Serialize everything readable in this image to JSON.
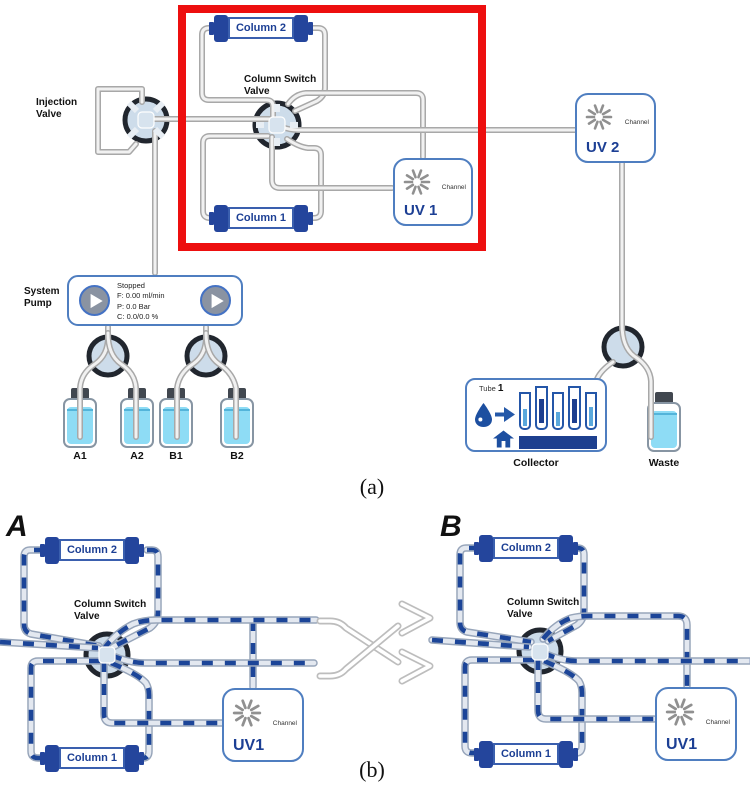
{
  "panel_a": {
    "caption": "(a)",
    "injection_valve": {
      "line1": "Injection",
      "line2": "Valve"
    },
    "column_switch_valve": {
      "line1": "Column Switch",
      "line2": "Valve"
    },
    "system_pump": {
      "line1": "System",
      "line2": "Pump"
    },
    "columns": {
      "top": "Column 2",
      "bottom": "Column 1"
    },
    "uv1": {
      "name": "UV 1",
      "channel": "Channel"
    },
    "uv2": {
      "name": "UV 2",
      "channel": "Channel"
    },
    "pump_display": {
      "status": "Stopped",
      "flow": "F: 0.00 ml/min",
      "pressure": "P: 0.0 Bar",
      "gradient": "C: 0.0/0.0 %"
    },
    "bottles": [
      "A1",
      "A2",
      "B1",
      "B2"
    ],
    "collector": {
      "label": "Collector",
      "tube_word": "Tube",
      "tube_number": "1"
    },
    "waste_label": "Waste"
  },
  "panel_b": {
    "caption": "(b)",
    "state_a": {
      "label": "A",
      "column_top": "Column 2",
      "column_bottom": "Column 1",
      "switch": {
        "line1": "Column Switch",
        "line2": "Valve"
      },
      "uv": {
        "name": "UV1",
        "channel": "Channel"
      }
    },
    "state_b": {
      "label": "B",
      "column_top": "Column 2",
      "column_bottom": "Column 1",
      "switch": {
        "line1": "Column Switch",
        "line2": "Valve"
      },
      "uv": {
        "name": "UV1",
        "channel": "Channel"
      }
    }
  },
  "colors": {
    "highlight_red": "#ed0f0f",
    "navy_text": "#1c3f94",
    "flow_dash_blue": "#1c4598",
    "liquid_blue": "#8edcf5"
  }
}
